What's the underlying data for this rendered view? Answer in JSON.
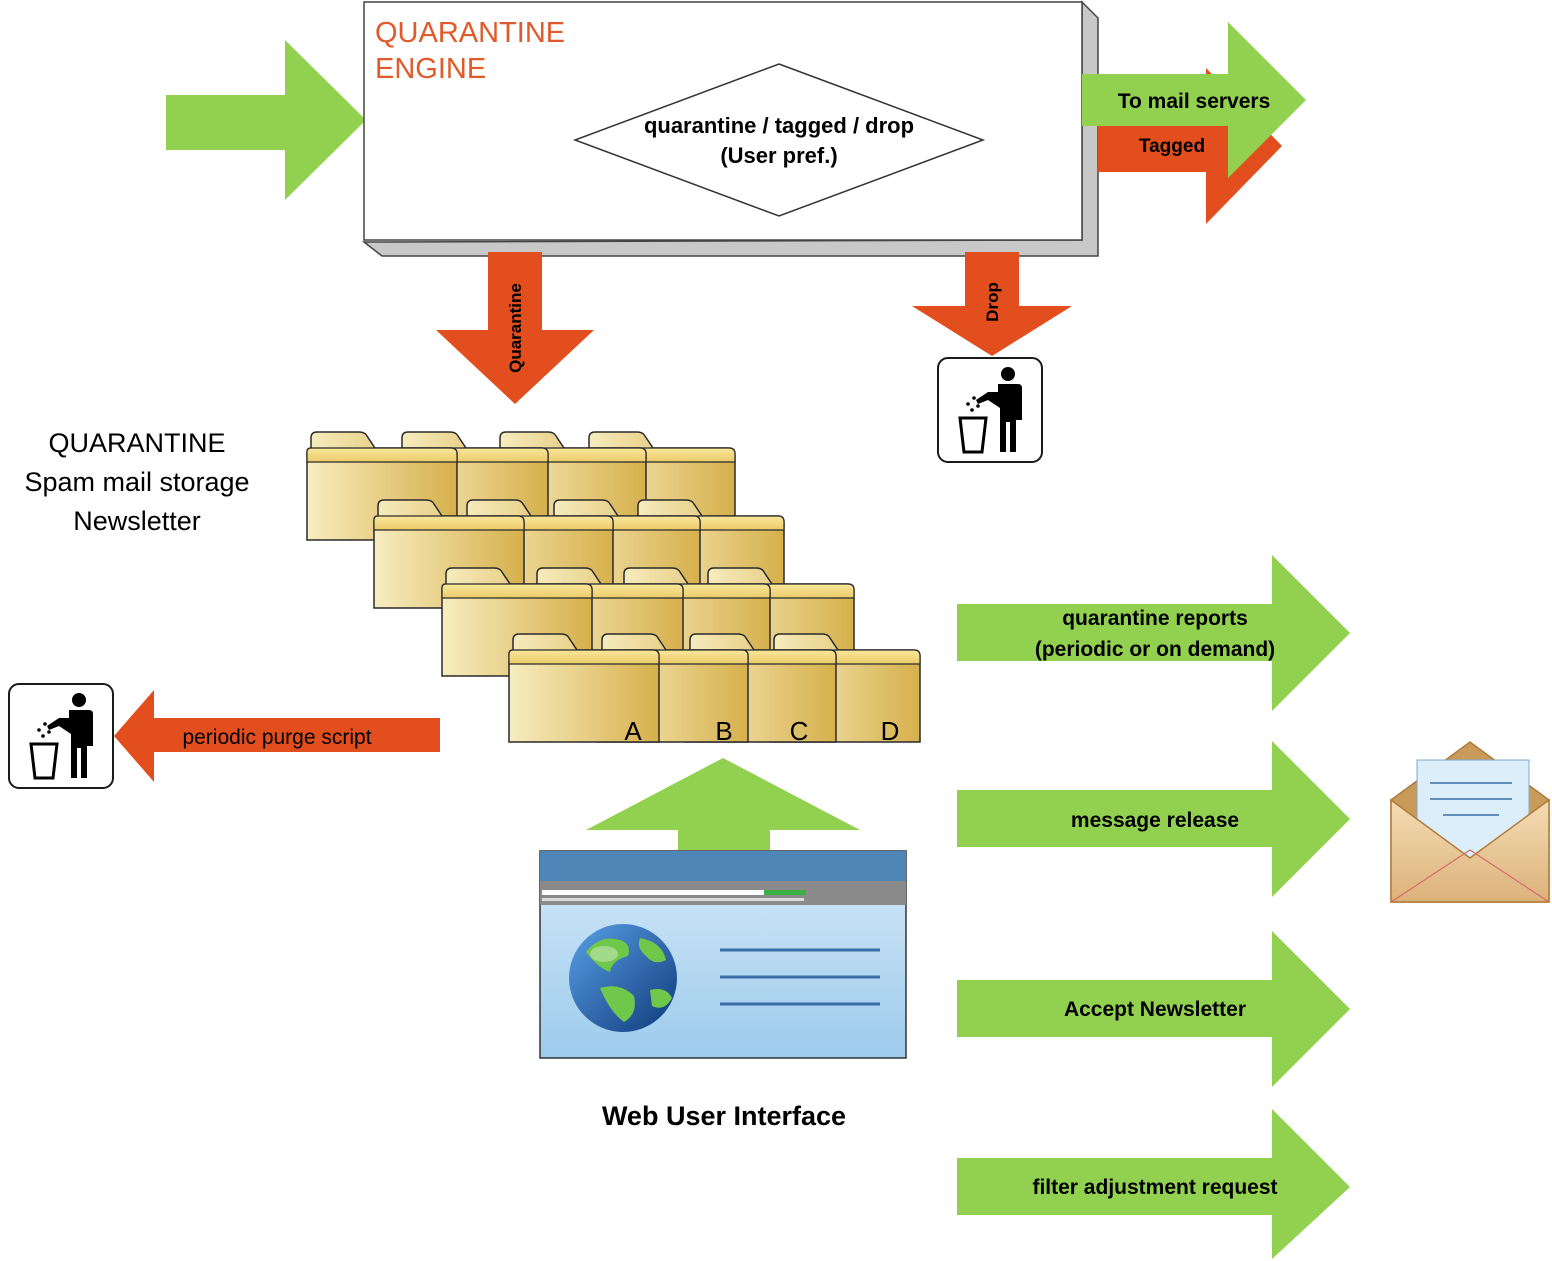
{
  "engine": {
    "title_line1": "QUARANTINE",
    "title_line2": "ENGINE",
    "decision_line1": "quarantine / tagged / drop",
    "decision_line2": "(User pref.)"
  },
  "flows": {
    "to_mail_servers": "To mail servers",
    "tagged": "Tagged",
    "quarantine": "Quarantine",
    "drop": "Drop",
    "purge": "periodic purge script"
  },
  "storage": {
    "line1": "QUARANTINE",
    "line2": "Spam mail storage",
    "line3": "Newsletter",
    "folders": [
      "A",
      "B",
      "C",
      "D"
    ]
  },
  "web_ui": {
    "label": "Web User Interface"
  },
  "actions": [
    {
      "line1": "quarantine reports",
      "line2": "(periodic or on demand)"
    },
    {
      "line1": "message release"
    },
    {
      "line1": "Accept Newsletter"
    },
    {
      "line1": "filter adjustment request"
    }
  ],
  "icons": [
    "trash-person-icon",
    "globe-icon",
    "envelope-icon",
    "folder-icon"
  ],
  "colors": {
    "green": "#92d050",
    "orange": "#e34e1f",
    "engine_title": "#e05a2b",
    "folder_light": "#f6e9b5",
    "folder_dark": "#d8b450"
  }
}
